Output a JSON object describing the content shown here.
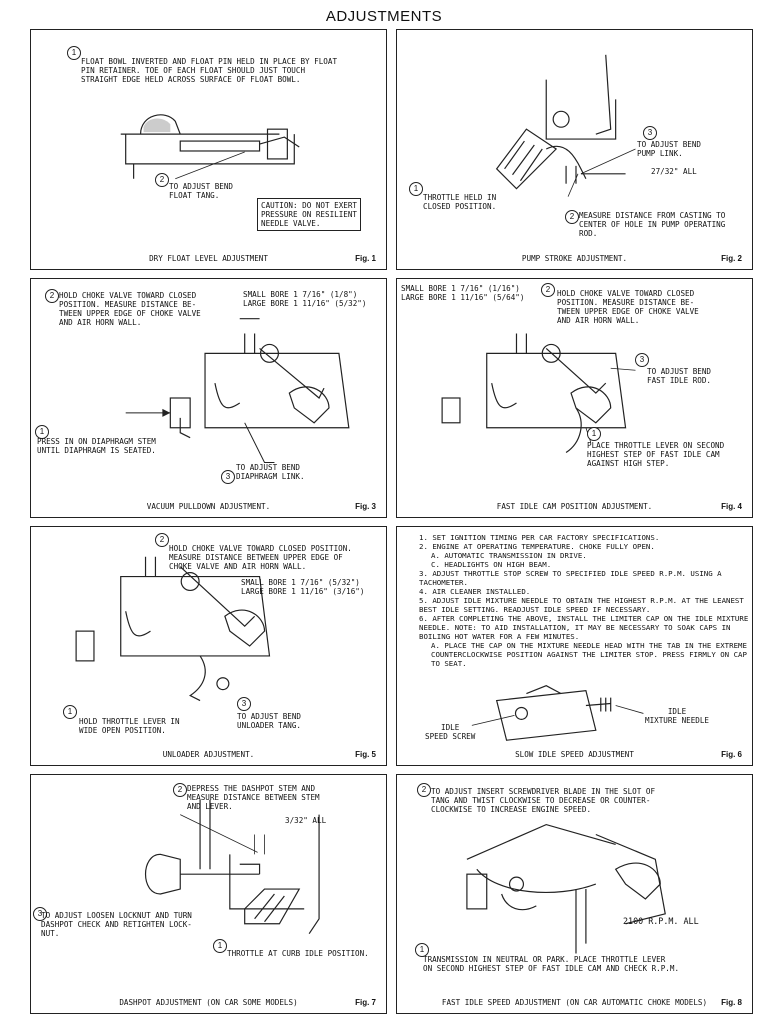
{
  "page_title": "ADJUSTMENTS",
  "fig1": {
    "n1": "1",
    "text": "FLOAT BOWL INVERTED AND FLOAT PIN HELD IN PLACE BY FLOAT PIN RETAINER. TOE OF EACH FLOAT SHOULD JUST TOUCH STRAIGHT EDGE HELD ACROSS SURFACE OF FLOAT BOWL.",
    "n2": "2",
    "bend": "TO ADJUST BEND\nFLOAT TANG.",
    "caution": "CAUTION: DO NOT EXERT\nPRESSURE ON RESILIENT\nNEEDLE VALVE.",
    "caption": "DRY FLOAT LEVEL ADJUSTMENT",
    "fig": "Fig. 1"
  },
  "fig2": {
    "n3": "3",
    "bend": "TO ADJUST BEND\nPUMP LINK.",
    "dim": "27/32\" ALL",
    "n1": "1",
    "throttle": "THROTTLE HELD IN\nCLOSED POSITION.",
    "n2": "2",
    "measure": "MEASURE DISTANCE FROM CASTING TO\nCENTER OF HOLE IN PUMP OPERATING\nROD.",
    "caption": "PUMP STROKE ADJUSTMENT.",
    "fig": "Fig. 2"
  },
  "fig3": {
    "n2": "2",
    "hold": "HOLD CHOKE VALVE TOWARD CLOSED\nPOSITION. MEASURE DISTANCE BE-\nTWEEN UPPER EDGE OF CHOKE VALVE\nAND AIR HORN WALL.",
    "bores": "SMALL BORE 1 7/16\" (1/8\")\nLARGE BORE 1 11/16\" (5/32\")",
    "n1": "1",
    "press": "PRESS IN ON DIAPHRAGM STEM\nUNTIL DIAPHRAGM IS SEATED.",
    "n3": "3",
    "bend": "TO ADJUST BEND\nDIAPHRAGM LINK.",
    "caption": "VACUUM PULLDOWN ADJUSTMENT.",
    "fig": "Fig. 3"
  },
  "fig4": {
    "bores": "SMALL BORE 1 7/16\" (1/16\")\nLARGE BORE 1 11/16\" (5/64\")",
    "n2": "2",
    "hold": "HOLD CHOKE VALVE TOWARD CLOSED\nPOSITION. MEASURE DISTANCE BE-\nTWEEN UPPER EDGE OF CHOKE VALVE\nAND AIR HORN WALL.",
    "n3": "3",
    "bend": "TO ADJUST BEND\nFAST IDLE ROD.",
    "n1": "1",
    "place": "PLACE THROTTLE LEVER ON SECOND\nHIGHEST STEP OF FAST IDLE CAM\nAGAINST HIGH STEP.",
    "caption": "FAST IDLE CAM POSITION ADJUSTMENT.",
    "fig": "Fig. 4"
  },
  "fig5": {
    "n2": "2",
    "hold": "HOLD CHOKE VALVE TOWARD CLOSED POSITION.\nMEASURE DISTANCE BETWEEN UPPER EDGE OF\nCHOKE VALVE AND AIR HORN WALL.",
    "bores": "SMALL BORE 1 7/16\" (5/32\")\nLARGE BORE 1 11/16\" (3/16\")",
    "n1": "1",
    "throttle": "HOLD THROTTLE LEVER IN\nWIDE OPEN POSITION.",
    "n3": "3",
    "bend": "TO ADJUST BEND\nUNLOADER TANG.",
    "caption": "UNLOADER ADJUSTMENT.",
    "fig": "Fig. 5"
  },
  "fig6": {
    "steps": [
      "1. SET IGNITION TIMING PER CAR FACTORY SPECIFICATIONS.",
      "2. ENGINE AT OPERATING TEMPERATURE. CHOKE FULLY OPEN.",
      "A. AUTOMATIC TRANSMISSION IN DRIVE.",
      "C. HEADLIGHTS ON HIGH BEAM.",
      "3. ADJUST THROTTLE STOP SCREW TO SPECIFIED IDLE SPEED R.P.M. USING A TACHOMETER.",
      "4. AIR CLEANER INSTALLED.",
      "5. ADJUST IDLE MIXTURE NEEDLE TO OBTAIN THE HIGHEST R.P.M. AT THE LEANEST BEST IDLE SETTING. READJUST IDLE SPEED IF NECESSARY.",
      "6. AFTER COMPLETING THE ABOVE, INSTALL THE LIMITER CAP ON THE IDLE MIXTURE NEEDLE. NOTE: TO AID INSTALLATION, IT MAY BE NECESSARY TO SOAK CAPS IN BOILING HOT WATER FOR A FEW MINUTES.",
      "A. PLACE THE CAP ON THE MIXTURE NEEDLE HEAD WITH THE TAB IN THE EXTREME COUNTERCLOCKWISE POSITION AGAINST THE LIMITER STOP. PRESS FIRMLY ON CAP TO SEAT."
    ],
    "idle_needle": "IDLE\nMIXTURE NEEDLE",
    "idle_screw": "IDLE\nSPEED SCREW",
    "caption": "SLOW IDLE SPEED ADJUSTMENT",
    "fig": "Fig. 6"
  },
  "fig7": {
    "n2": "2",
    "depress": "DEPRESS THE DASHPOT STEM AND\nMEASURE DISTANCE BETWEEN STEM\nAND LEVER.",
    "dim": "3/32\" ALL",
    "n3": "3",
    "loosen": "TO ADJUST LOOSEN LOCKNUT AND TURN\nDASHPOT CHECK AND RETIGHTEN LOCK-\nNUT.",
    "n1": "1",
    "throttle": "THROTTLE AT CURB IDLE POSITION.",
    "caption": "DASHPOT ADJUSTMENT\n(ON CAR SOME MODELS)",
    "fig": "Fig. 7"
  },
  "fig8": {
    "n2": "2",
    "insert": "TO ADJUST INSERT SCREWDRIVER BLADE IN THE SLOT OF\nTANG AND TWIST CLOCKWISE TO DECREASE OR COUNTER-\nCLOCKWISE TO INCREASE ENGINE SPEED.",
    "rpm": "2100 R.P.M. ALL",
    "n1": "1",
    "trans": "TRANSMISSION IN NEUTRAL OR PARK. PLACE THROTTLE LEVER\nON SECOND HIGHEST STEP OF FAST IDLE CAM AND CHECK R.P.M.",
    "caption": "FAST IDLE SPEED ADJUSTMENT\n(ON CAR AUTOMATIC CHOKE MODELS)",
    "fig": "Fig. 8"
  }
}
